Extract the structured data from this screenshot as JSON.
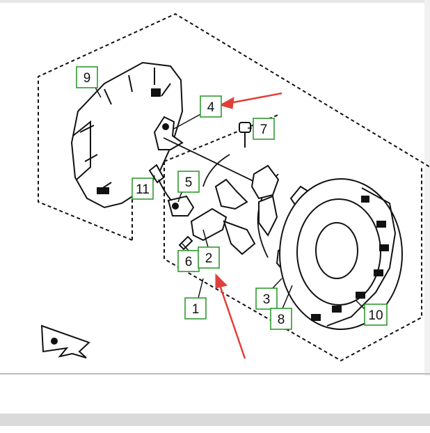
{
  "callouts": [
    {
      "id": "9",
      "label": "9"
    },
    {
      "id": "4",
      "label": "4"
    },
    {
      "id": "7",
      "label": "7"
    },
    {
      "id": "11",
      "label": "11"
    },
    {
      "id": "5",
      "label": "5"
    },
    {
      "id": "6",
      "label": "6"
    },
    {
      "id": "2",
      "label": "2"
    },
    {
      "id": "3",
      "label": "3"
    },
    {
      "id": "8",
      "label": "8"
    },
    {
      "id": "1",
      "label": "1"
    },
    {
      "id": "10",
      "label": "10"
    }
  ],
  "colors": {
    "callout_border": "#2f9a2f",
    "arrow": "#e0403a",
    "line": "#111111"
  },
  "icons": {
    "orientation": "direction-arrow-icon",
    "pointer": "red-pointer-arrow-icon"
  }
}
